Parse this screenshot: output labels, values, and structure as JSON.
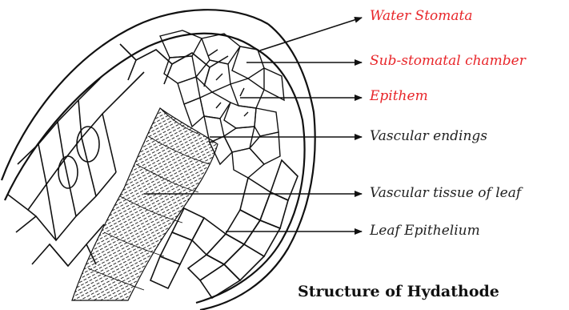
{
  "diagram": {
    "caption": "Structure of Hydathode",
    "label_colors": {
      "highlight": "#e8262a",
      "normal": "#222222"
    },
    "labels": [
      {
        "id": "water-stomata",
        "text": "Water Stomata",
        "color": "#e8262a"
      },
      {
        "id": "sub-stomatal-chamber",
        "text": "Sub-stomatal chamber",
        "color": "#e8262a"
      },
      {
        "id": "epithem",
        "text": "Epithem",
        "color": "#e8262a"
      },
      {
        "id": "vascular-endings",
        "text": "Vascular endings",
        "color": "#222222"
      },
      {
        "id": "vascular-tissue-of-leaf",
        "text": "Vascular tissue of leaf",
        "color": "#222222"
      },
      {
        "id": "leaf-epithelium",
        "text": "Leaf Epithelium",
        "color": "#222222"
      }
    ]
  }
}
